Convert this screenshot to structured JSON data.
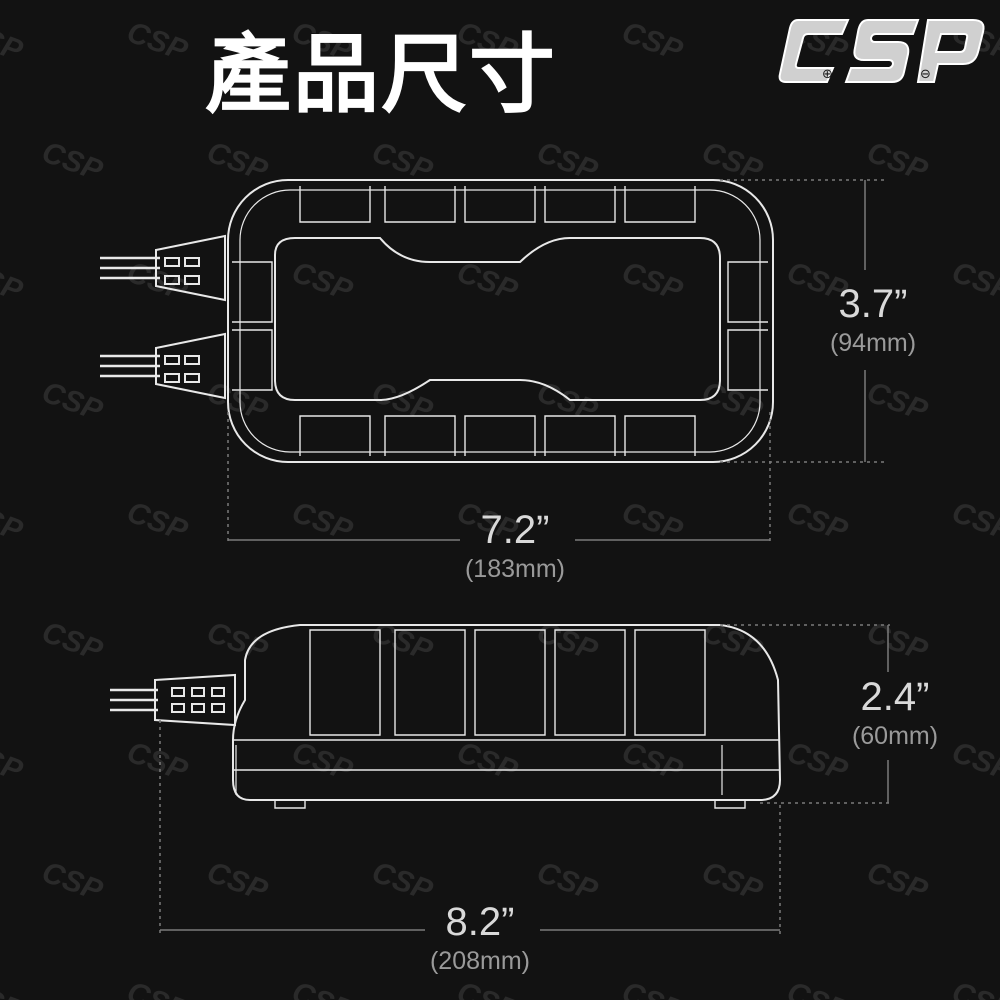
{
  "title": "產品尺寸",
  "brand": {
    "logo_text": "CSP",
    "plus_symbol": "⊕",
    "minus_symbol": "⊖",
    "watermark_text": "CSP"
  },
  "colors": {
    "background": "#121212",
    "outline": "#e8e8e8",
    "guide": "#7a7a7a",
    "text": "#d9d9d9",
    "subtext": "#9a9a9a"
  },
  "dimensions": {
    "top_height": {
      "inch": "3.7”",
      "mm": "(94mm)"
    },
    "top_width": {
      "inch": "7.2”",
      "mm": "(183mm)"
    },
    "side_height": {
      "inch": "2.4”",
      "mm": "(60mm)"
    },
    "side_width": {
      "inch": "8.2”",
      "mm": "(208mm)"
    }
  }
}
